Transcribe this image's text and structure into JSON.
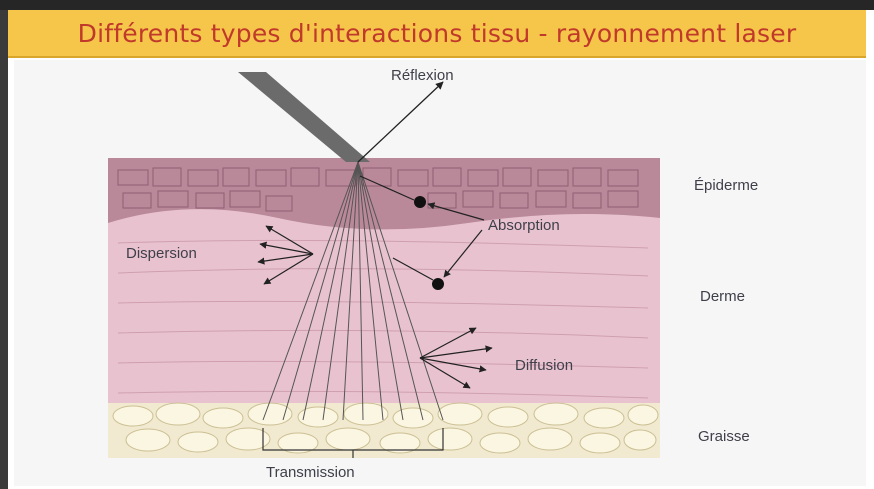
{
  "banner": {
    "title": "Différents types d'interactions tissu - rayonnement laser"
  },
  "layers": {
    "epidermis": "Épiderme",
    "dermis": "Derme",
    "fat": "Graisse"
  },
  "interactions": {
    "reflection": "Réflexion",
    "absorption": "Absorption",
    "dispersion": "Dispersion",
    "diffusion": "Diffusion",
    "transmission": "Transmission"
  },
  "colors": {
    "banner_bg": "#f5c64a",
    "title_text": "#c0392b",
    "epidermis": "#b9899a",
    "dermis": "#e8c3cf",
    "fat": "#f2ead0"
  }
}
